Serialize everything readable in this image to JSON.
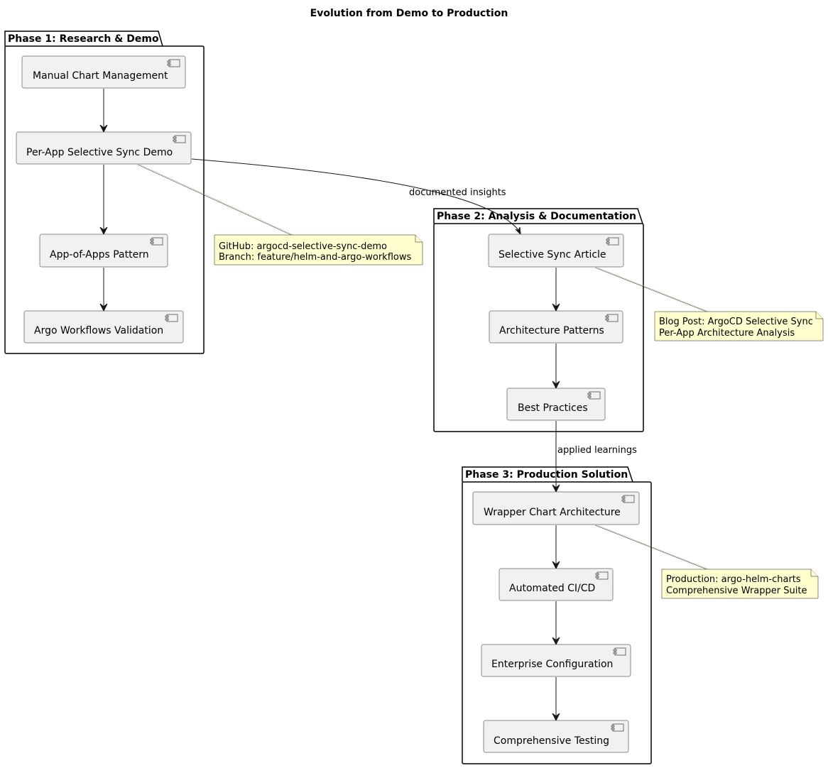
{
  "diagram": {
    "title": "Evolution from Demo to Production",
    "packages": {
      "phase1": {
        "label": "Phase 1: Research & Demo"
      },
      "phase2": {
        "label": "Phase 2: Analysis & Documentation"
      },
      "phase3": {
        "label": "Phase 3: Production Solution"
      }
    },
    "components": {
      "manual_chart": "Manual Chart Management",
      "per_app_demo": "Per-App Selective Sync Demo",
      "app_of_apps": "App-of-Apps Pattern",
      "argo_workflows": "Argo Workflows Validation",
      "selective_sync_article": "Selective Sync Article",
      "architecture_patterns": "Architecture Patterns",
      "best_practices": "Best Practices",
      "wrapper_chart": "Wrapper Chart Architecture",
      "automated_cicd": "Automated CI/CD",
      "enterprise_config": "Enterprise Configuration",
      "comprehensive_testing": "Comprehensive Testing"
    },
    "notes": {
      "github": [
        "GitHub: argocd-selective-sync-demo",
        "Branch: feature/helm-and-argo-workflows"
      ],
      "blog": [
        "Blog Post: ArgoCD Selective Sync",
        "Per-App Architecture Analysis"
      ],
      "production": [
        "Production: argo-helm-charts",
        "Comprehensive Wrapper Suite"
      ]
    },
    "edge_labels": {
      "documented_insights": "documented insights",
      "applied_learnings": "applied learnings"
    }
  }
}
